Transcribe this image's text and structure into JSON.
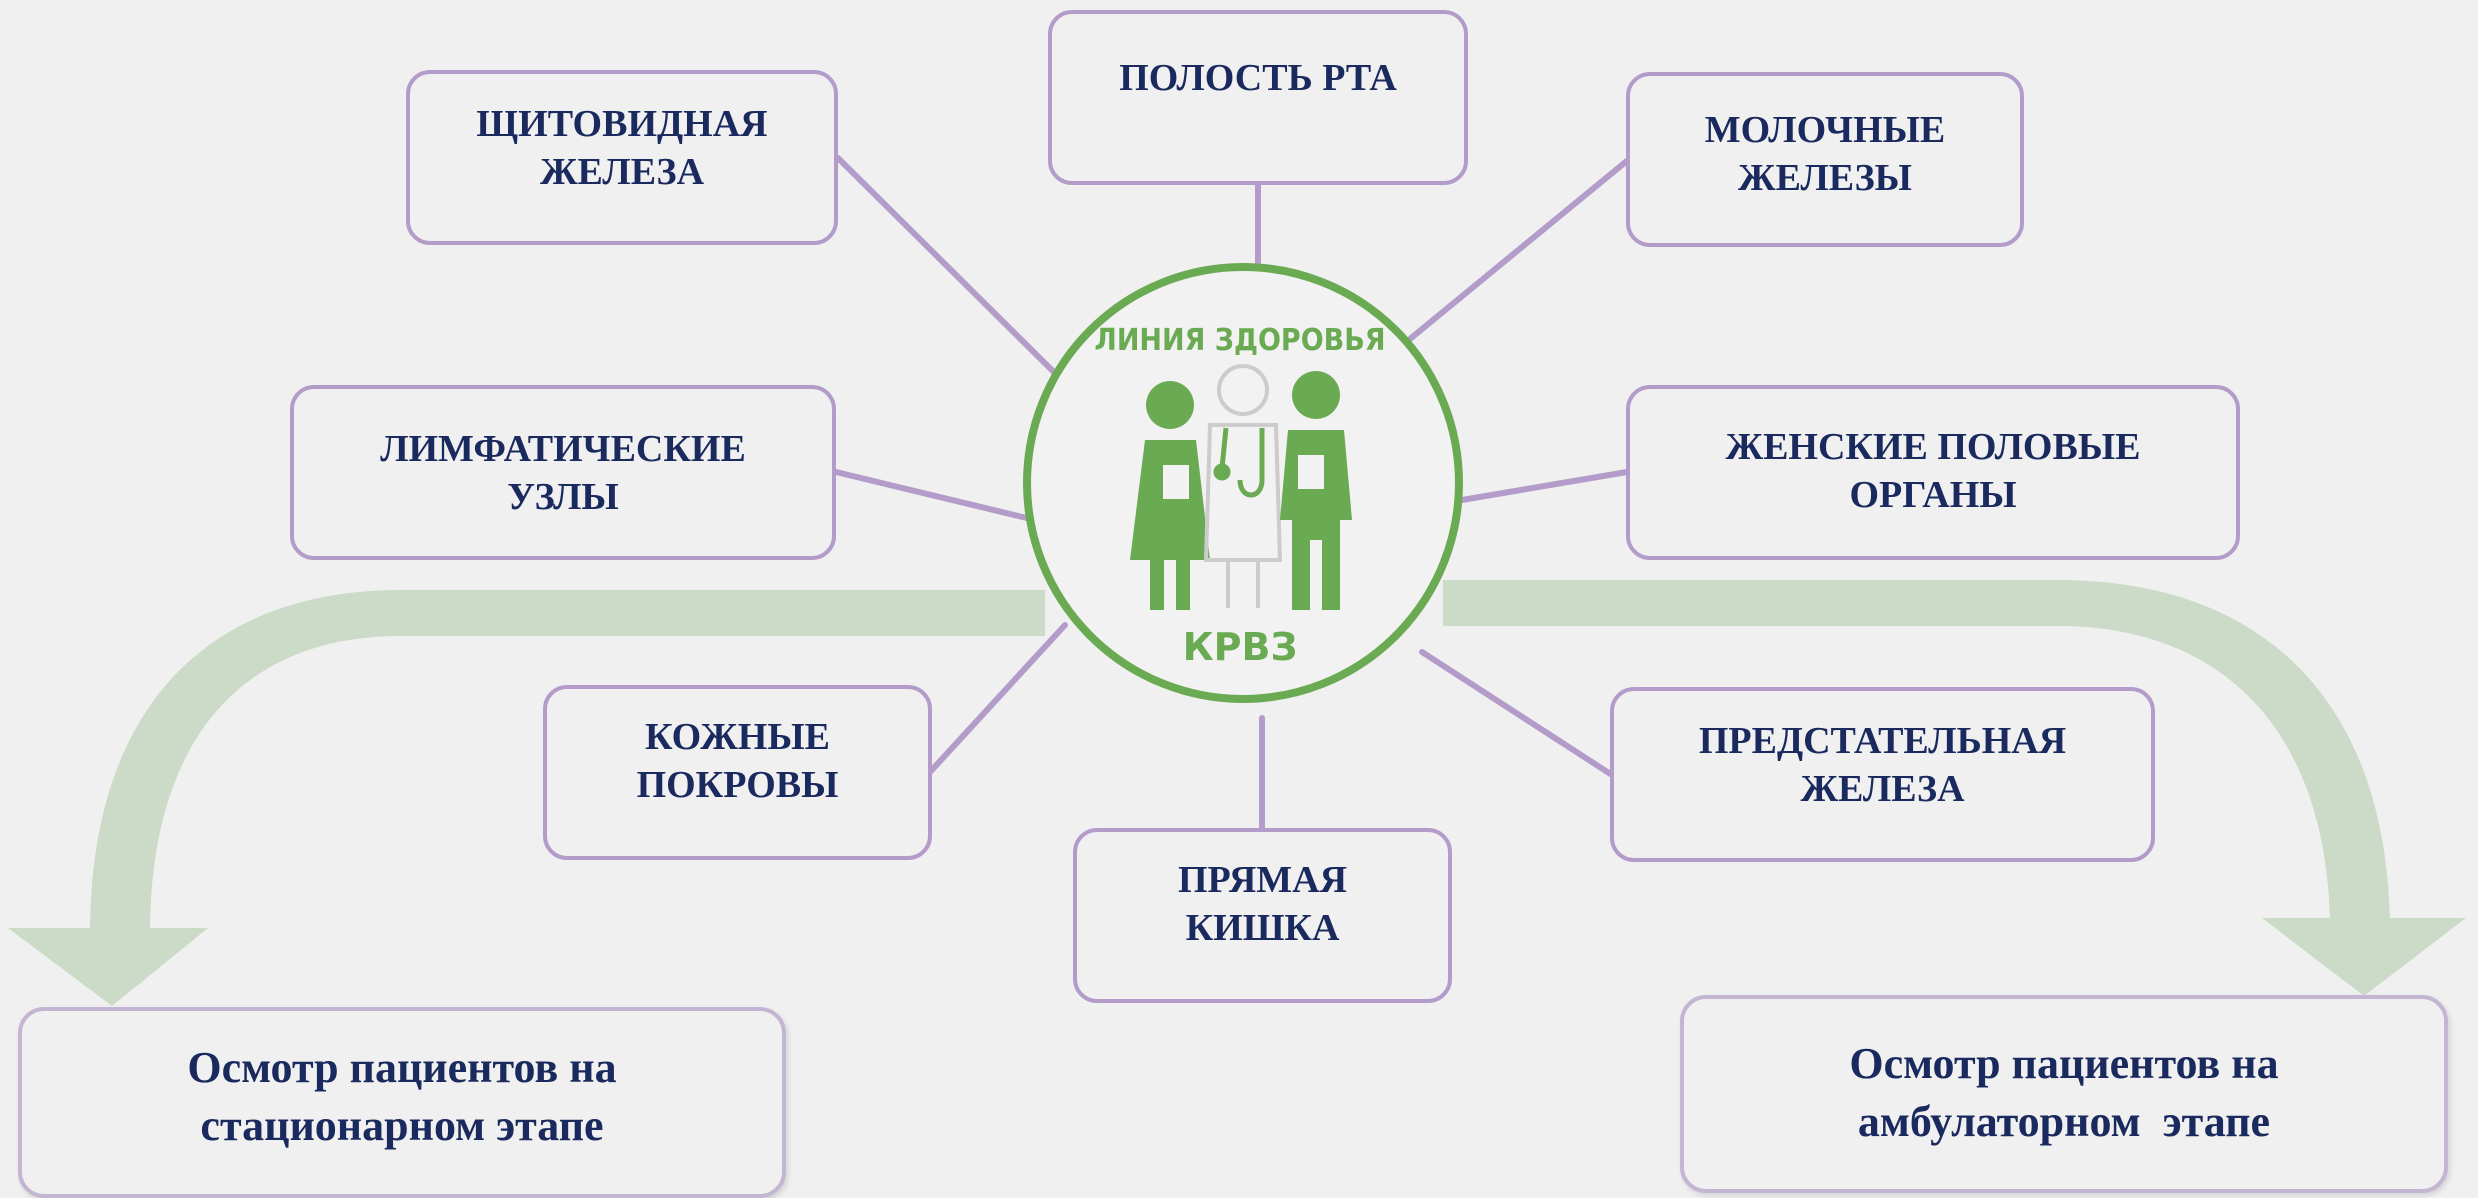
{
  "logo": {
    "text_top": "ЛИНИЯ ЗДОРОВЬЯ",
    "text_bottom": "КРВЗ"
  },
  "nodes": {
    "oral_cavity": {
      "line1": "ПОЛОСТЬ РТА",
      "line2": ""
    },
    "thyroid": {
      "line1": "ЩИТОВИДНАЯ",
      "line2": "ЖЕЛЕЗА"
    },
    "mammary": {
      "line1": "МОЛОЧНЫЕ",
      "line2": "ЖЕЛЕЗЫ"
    },
    "lymph": {
      "line1": "ЛИМФАТИЧЕСКИЕ",
      "line2": "УЗЛЫ"
    },
    "female": {
      "line1": "ЖЕНСКИЕ ПОЛОВЫЕ",
      "line2": "ОРГАНЫ"
    },
    "skin": {
      "line1": "КОЖНЫЕ",
      "line2": "ПОКРОВЫ"
    },
    "prostate": {
      "line1": "ПРЕДСТАТЕЛЬНАЯ",
      "line2": "ЖЕЛЕЗА"
    },
    "rectum": {
      "line1": "ПРЯМАЯ",
      "line2": "КИШКА"
    }
  },
  "stages": {
    "inpatient": {
      "line1": "Осмотр пациентов на",
      "line2": "стационарном этапе"
    },
    "outpatient": {
      "line1": "Осмотр пациентов на",
      "line2": "амбулаторном  этапе"
    }
  },
  "colors": {
    "background": "#f0f0f0",
    "node_border": "#b39cc9",
    "connector": "#b39cc9",
    "text": "#1a2a5e",
    "logo_green": "#6aaa52",
    "arrow": "#cbdbc8"
  }
}
